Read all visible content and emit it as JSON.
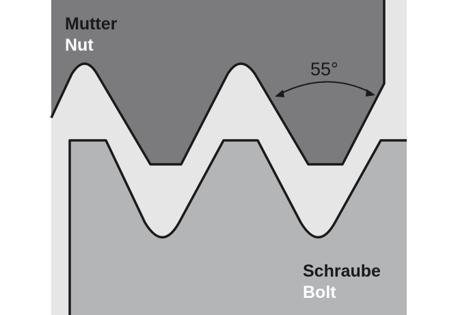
{
  "nut": {
    "label_de": "Mutter",
    "label_en": "Nut"
  },
  "bolt": {
    "label_de": "Schraube",
    "label_en": "Bolt"
  },
  "thread": {
    "angle_label": "55°"
  },
  "colors": {
    "nut_fill": "#7b7b7d",
    "bolt_fill": "#b4b5b7",
    "gap_fill": "#e6e6e7",
    "outline": "#1a1a1a",
    "label_dark": "#1a1a1a",
    "label_light": "#ffffff"
  }
}
